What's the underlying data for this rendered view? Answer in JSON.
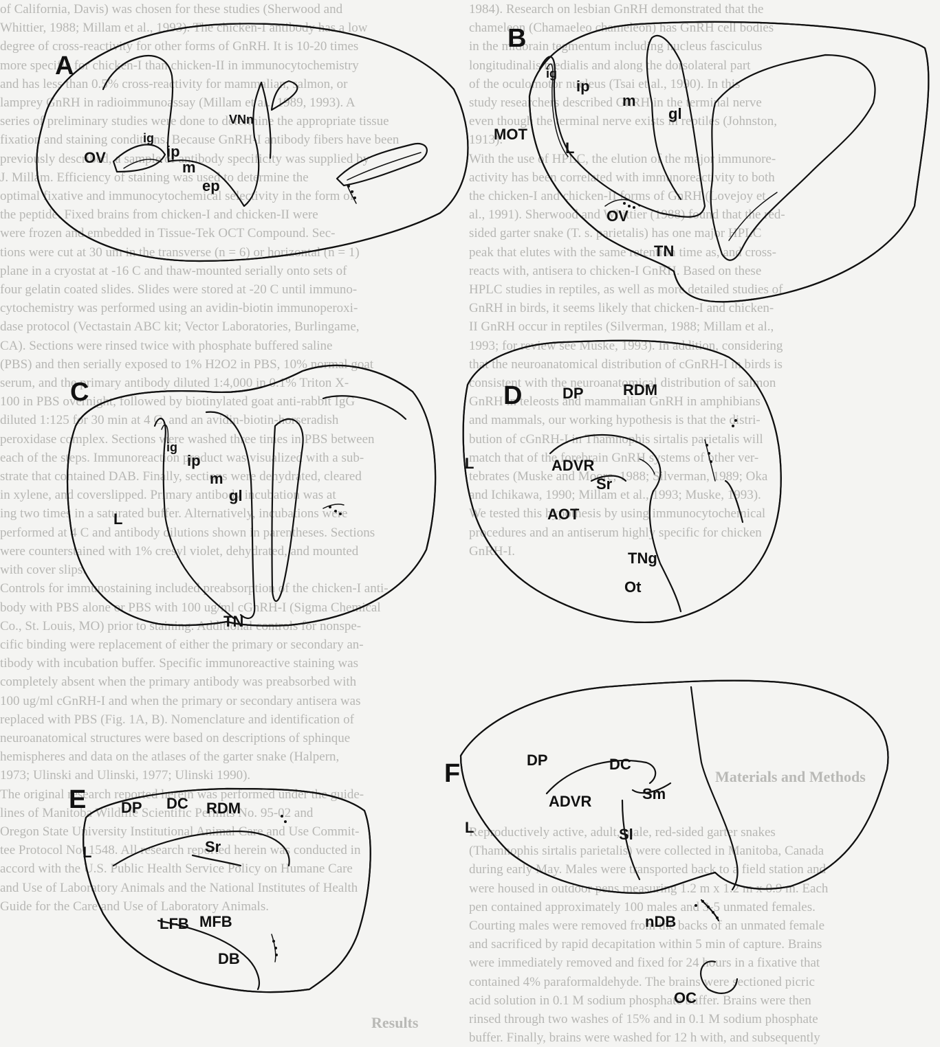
{
  "background_text": {
    "left_column": [
      "of California, Davis) was chosen for these studies (Sherwood and",
      "Whittier, 1988; Millam et al., 1993). The chicken-I antibody has a low",
      "degree of cross-reactivity for other forms of GnRH. It is 10-20 times",
      "more specific for chicken-I than chicken-II in immunocytochemistry",
      "and has less than 0.5% cross-reactivity for mammalian, salmon, or",
      "lamprey GnRH in radioimmunoassay (Millam et al., 1989, 1993). A",
      "series of preliminary studies were done to determine the appropriate tissue",
      "fixation and staining conditions. Because GnRH-I antibody fibers have been",
      "previously described, a sample of antibody specificity was supplied by",
      "J. Millam. Efficiency of staining was used to determine the",
      "optimal fixative and immunocytochemical selectivity in the form of",
      "the peptide. Fixed brains from chicken-I and chicken-II were",
      "were frozen and embedded in Tissue-Tek OCT Compound. Sec-",
      "tions were cut at 30 um in the transverse (n = 6) or horizontal (n = 1)",
      "plane in a cryostat at -16 C and thaw-mounted serially onto sets of",
      "four gelatin coated slides. Slides were stored at -20 C until immuno-",
      "cytochemistry was performed using an avidin-biotin immunoperoxi-",
      "dase protocol (Vectastain ABC kit; Vector Laboratories, Burlingame,",
      "CA). Sections were rinsed twice with phosphate buffered saline",
      "(PBS) and then serially exposed to 1% H2O2 in PBS, 10% normal goat",
      "serum, and the primary antibody diluted 1:4,000 in 0.1% Triton X-",
      "100 in PBS overnight, followed by biotinylated goat anti-rabbit IgG",
      "diluted 1:125 for 30 min at 4 C, and an avidin-biotin-horseradish",
      "peroxidase complex. Sections were washed three times in PBS between",
      "each of the steps. Immunoreaction product was visualized with a sub-",
      "strate that contained DAB. Finally, sections were dehydrated, cleared",
      "in xylene, and coverslipped. Primary antibody incubation was at",
      "ing two times in a saturated buffer. Alternatively, incubations were",
      "performed at 4 C and antibody dilutions shown in parentheses. Sections",
      "were counterstained with 1% cresyl violet, dehydrated, and mounted",
      "with cover slips.",
      "  Controls for immunostaining included preabsorption of the chicken-I anti-",
      "body with PBS alone or PBS with 100 ug/ml cGnRH-I (Sigma Chemical",
      "Co., St. Louis, MO) prior to staining. Additional controls for nonspe-",
      "cific binding were replacement of either the primary or secondary an-",
      "tibody with incubation buffer. Specific immunoreactive staining was",
      "completely absent when the primary antibody was preabsorbed with",
      "100 ug/ml cGnRH-I and when the primary or secondary antisera was",
      "replaced with PBS (Fig. 1A, B). Nomenclature and identification of",
      "neuroanatomical structures were based on descriptions of sphinque",
      "hemispheres and data on the atlases of the garter snake (Halpern,",
      "1973; Ulinski and Ulinski, 1977; Ulinski 1990).",
      "  The original research reported herein was performed under the guide-",
      "lines of Manitoba Wildlife Scientific Permits No. 95-02 and",
      "Oregon State University Institutional Animal Care and Use Commit-",
      "tee Protocol No. 1548. All research reported herein was conducted in",
      "accord with the U.S. Public Health Service Policy on Humane Care",
      "and Use of Laboratory Animals and the National Institutes of Health",
      "Guide for the Care and Use of Laboratory Animals."
    ],
    "right_column_top": [
      "1984). Research on lesbian GnRH demonstrated that the",
      "chameleon (Chamaeleo chameleon) has GnRH cell bodies",
      "in the midbrain tegmentum including nucleus fasciculus",
      "longitudinalis medialis and along the dorsolateral part",
      "of the oculomotor nucleus (Tsai et al., 1990). In this",
      "study researchers described GnRH in the terminal nerve",
      "even though the terminal nerve exists in reptiles (Johnston,",
      "1913).",
      "  With the use of HPLC, the elution of the major immunore-",
      "activity has been correlated with immunoreactivity to both",
      "the chicken-I and chicken-II forms of GnRH (Lovejoy et",
      "al., 1991). Sherwood and Whittier (1988) found that the red-",
      "sided garter snake (T. s. parietalis) has one major HPLC",
      "peak that elutes with the same retention time as, and cross-",
      "reacts with, antisera to chicken-I GnRH. Based on these",
      "HPLC studies in reptiles, as well as more detailed studies of",
      "GnRH in birds, it seems likely that chicken-I and chicken-",
      "II GnRH occur in reptiles (Silverman, 1988; Millam et al.,",
      "1993; for review see Muske, 1993). In addition, considering",
      "that the neuroanatomical distribution of cGnRH-I in birds is",
      "consistent with the neuroanatomical distribution of salmon",
      "GnRH in teleosts and mammalian GnRH in amphibians",
      "and mammals, our working hypothesis is that the distri-",
      "bution of cGnRH-I in Thamnophis sirtalis parietalis will",
      "match that of the forebrain GnRH systems of other ver-",
      "tebrates (Muske and Moore, 1988; Silverman, 1989; Oka",
      "and Ichikawa, 1990; Millam et al., 1993; Muske, 1993).",
      "We tested this hypothesis by using immunocytochemical",
      "procedures and an antiserum highly specific for chicken",
      "GnRH-I."
    ],
    "heading_methods": "Materials and Methods",
    "right_column_bottom": [
      "  Reproductively active, adult, male, red-sided garter snakes",
      "(Thamnophis sirtalis parietalis) were collected in Manitoba, Canada",
      "during early May. Males were transported back to a field station and",
      "were housed in outdoor pens measuring 1.2 m x 1.2 m x 0.9 m. Each",
      "pen contained approximately 100 males and 3-5 unmated females.",
      "Courting males were removed from the backs of an unmated female",
      "and sacrificed by rapid decapitation within 5 min of capture. Brains",
      "were immediately removed and fixed for 24 hours in a fixative that",
      "contained 4% paraformaldehyde. The brains were sectioned picric",
      "acid solution in 0.1 M sodium phosphate buffer. Brains were then",
      "rinsed through two washes of 15% and in 0.1 M sodium phosphate",
      "buffer. Finally, brains were washed for 12 h with, and subsequently"
    ],
    "heading_results": "Results"
  },
  "figure": {
    "panels": [
      {
        "letter": "A",
        "regions": [
          "ig",
          "OV",
          "ip",
          "m",
          "ep",
          "VNn"
        ]
      },
      {
        "letter": "B",
        "regions": [
          "ig",
          "ip",
          "m",
          "gl",
          "MOT",
          "L",
          "OV",
          "TN"
        ]
      },
      {
        "letter": "C",
        "regions": [
          "ig",
          "ip",
          "m",
          "gl",
          "L",
          "TN"
        ]
      },
      {
        "letter": "D",
        "regions": [
          "DP",
          "RDM",
          "L",
          "ADVR",
          "Sr",
          "AOT",
          "TNg",
          "Ot"
        ]
      },
      {
        "letter": "E",
        "regions": [
          "DP",
          "DC",
          "RDM",
          "L",
          "Sr",
          "LFB",
          "MFB",
          "DB"
        ]
      },
      {
        "letter": "F",
        "regions": [
          "DP",
          "DC",
          "ADVR",
          "Sm",
          "L",
          "Sl",
          "nDB",
          "OC"
        ]
      }
    ]
  }
}
